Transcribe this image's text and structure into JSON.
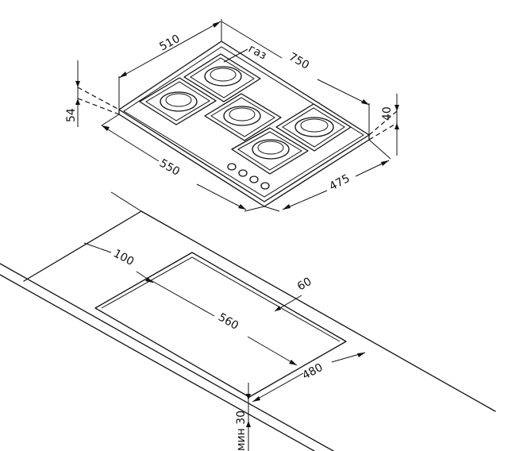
{
  "labels": {
    "hob_depth": "510",
    "hob_width": "750",
    "gas_label": "газ",
    "hob_height_left": "54",
    "hob_height_right": "40",
    "cutout_length": "550",
    "cutout_depth": "475",
    "offset_back": "100",
    "offset_front": "60",
    "niche_length": "560",
    "niche_depth": "480",
    "min_thickness": "мин 30"
  }
}
